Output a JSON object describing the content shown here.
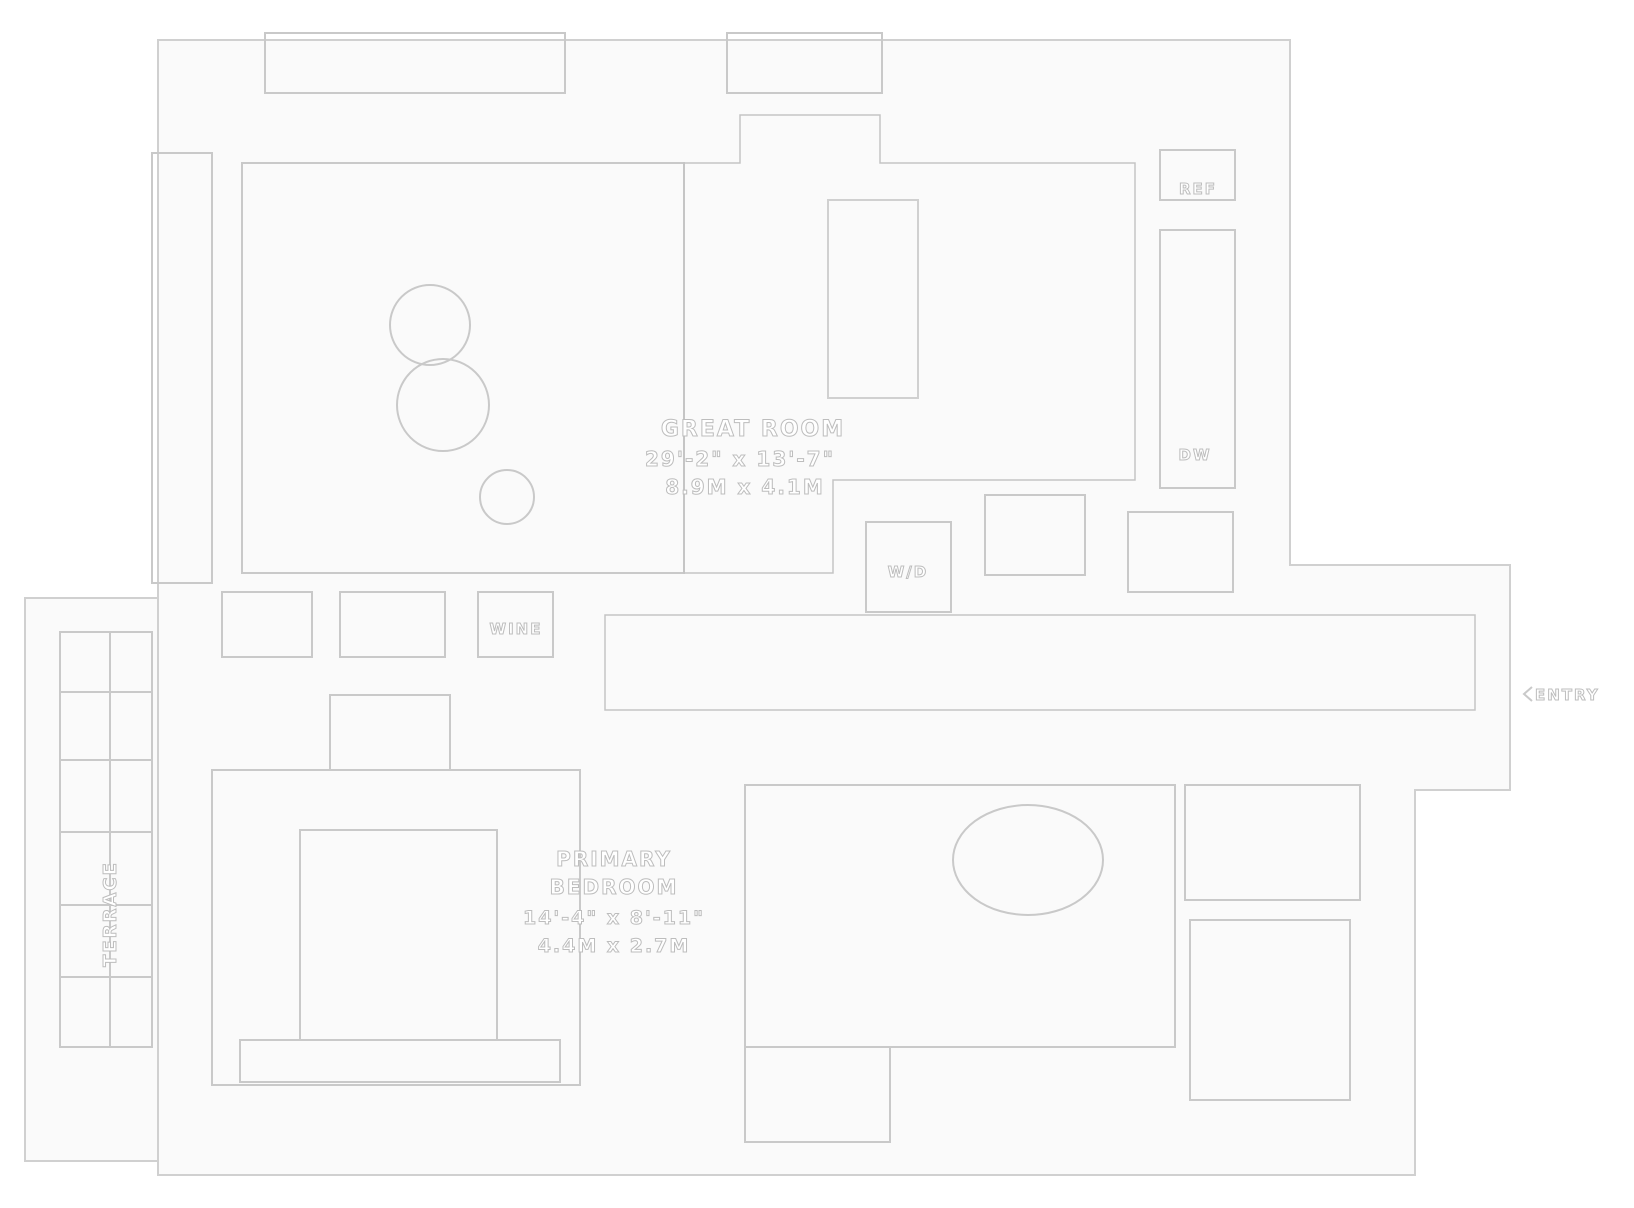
{
  "rooms": {
    "great_room": {
      "name": "GREAT ROOM",
      "imperial": "29'-2\" x 13'-7\"",
      "metric": "8.9M x 4.1M"
    },
    "primary_bedroom": {
      "name_line1": "PRIMARY",
      "name_line2": "BEDROOM",
      "imperial": "14'-4\" x 8'-11\"",
      "metric": "4.4M x 2.7M"
    },
    "terrace": {
      "name": "TERRACE"
    }
  },
  "fixtures": {
    "ref": "REF",
    "dw": "DW",
    "wd": "W/D",
    "wine": "WINE"
  },
  "entry": {
    "label": "ENTRY",
    "icon": "chevron-left-icon"
  },
  "colors": {
    "lines": "#c9c9c9",
    "background": "#ffffff"
  }
}
